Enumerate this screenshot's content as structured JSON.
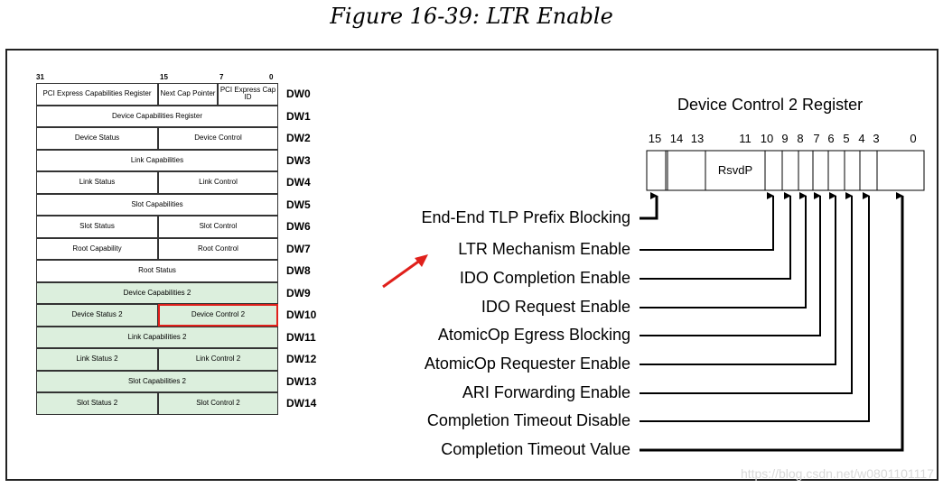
{
  "figure_title": "Figure 16-39: LTR Enable",
  "cap_struct": {
    "bit_labels": [
      "31",
      "15",
      "7",
      "0"
    ],
    "rows": [
      {
        "dw": "DW0",
        "fields": [
          "PCI Express Capabilities Register",
          "Next Cap Pointer",
          "PCI Express Cap ID"
        ],
        "green": false
      },
      {
        "dw": "DW1",
        "fields": [
          "Device Capabilities Register"
        ],
        "green": false
      },
      {
        "dw": "DW2",
        "fields": [
          "Device Status",
          "Device Control"
        ],
        "green": false
      },
      {
        "dw": "DW3",
        "fields": [
          "Link Capabilities"
        ],
        "green": false
      },
      {
        "dw": "DW4",
        "fields": [
          "Link Status",
          "Link Control"
        ],
        "green": false
      },
      {
        "dw": "DW5",
        "fields": [
          "Slot Capabilities"
        ],
        "green": false
      },
      {
        "dw": "DW6",
        "fields": [
          "Slot Status",
          "Slot Control"
        ],
        "green": false
      },
      {
        "dw": "DW7",
        "fields": [
          "Root Capability",
          "Root Control"
        ],
        "green": false
      },
      {
        "dw": "DW8",
        "fields": [
          "Root Status"
        ],
        "green": false
      },
      {
        "dw": "DW9",
        "fields": [
          "Device Capabilities 2"
        ],
        "green": true
      },
      {
        "dw": "DW10",
        "fields": [
          "Device Status 2",
          "Device Control 2"
        ],
        "green": true,
        "highlight_index": 1
      },
      {
        "dw": "DW11",
        "fields": [
          "Link Capabilities 2"
        ],
        "green": true
      },
      {
        "dw": "DW12",
        "fields": [
          "Link Status 2",
          "Link Control 2"
        ],
        "green": true
      },
      {
        "dw": "DW13",
        "fields": [
          "Slot Capabilities 2"
        ],
        "green": true
      },
      {
        "dw": "DW14",
        "fields": [
          "Slot Status 2",
          "Slot Control 2"
        ],
        "green": true
      }
    ]
  },
  "register": {
    "title": "Device Control 2 Register",
    "bit_numbers": [
      "15",
      "14",
      "13",
      "11",
      "10",
      "9",
      "8",
      "7",
      "6",
      "5",
      "4",
      "3",
      "0"
    ],
    "reserved_label": "RsvdP"
  },
  "fields": [
    {
      "label": "End-End TLP Prefix Blocking",
      "bit": "15"
    },
    {
      "label": "LTR Mechanism Enable",
      "bit": "10"
    },
    {
      "label": "IDO Completion Enable",
      "bit": "9"
    },
    {
      "label": "IDO Request Enable",
      "bit": "8"
    },
    {
      "label": "AtomicOp Egress Blocking",
      "bit": "7"
    },
    {
      "label": "AtomicOp Requester Enable",
      "bit": "6"
    },
    {
      "label": "ARI Forwarding Enable",
      "bit": "5"
    },
    {
      "label": "Completion Timeout Disable",
      "bit": "4"
    },
    {
      "label": "Completion Timeout Value",
      "bit": "3:0"
    }
  ],
  "colors": {
    "highlight": "#e0201b",
    "green_fill": "#dcefdd",
    "arrow": "#e0201b"
  },
  "watermark": "https://blog.csdn.net/w0801101117"
}
